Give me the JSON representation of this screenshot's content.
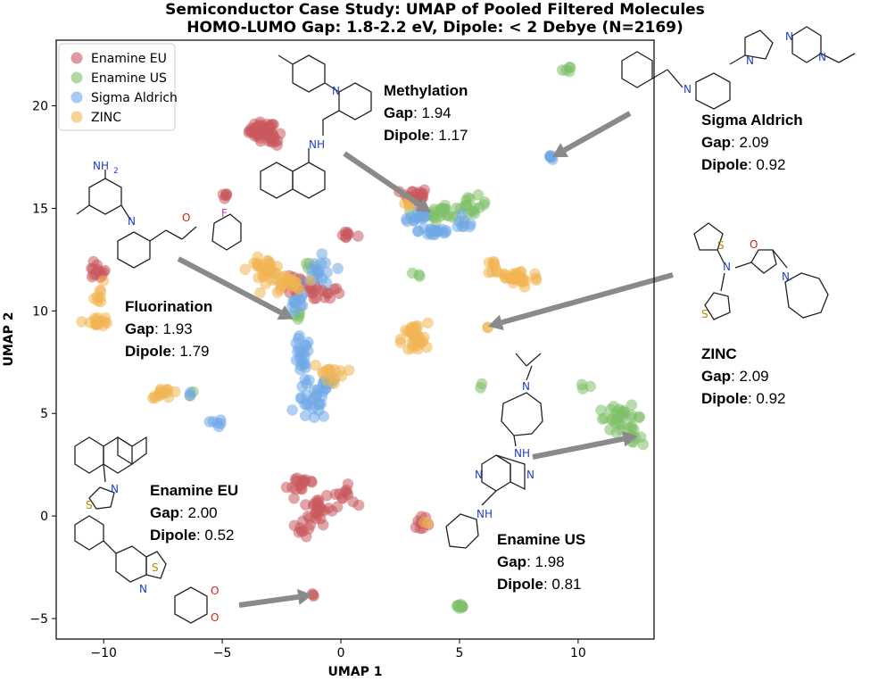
{
  "chart_data": {
    "type": "scatter",
    "title": "Semiconductor Case Study: UMAP of Pooled Filtered Molecules",
    "subtitle": "HOMO-LUMO Gap: 1.8-2.2 eV, Dipole: < 2 Debye (N=2169)",
    "xlabel": "UMAP 1",
    "ylabel": "UMAP 2",
    "xlim": [
      -12,
      13.2
    ],
    "ylim": [
      -6,
      23.2
    ],
    "xticks": [
      -10,
      -5,
      0,
      5,
      10
    ],
    "yticks": [
      -5,
      0,
      5,
      10,
      15,
      20
    ],
    "grid": false,
    "legend_position": "top-left",
    "series": [
      {
        "name": "Enamine EU",
        "color": "#c8595f",
        "clusters": [
          {
            "cx": -3.3,
            "cy": 18.8,
            "sx": 0.35,
            "sy": 0.25,
            "n": 45
          },
          {
            "cx": -2.8,
            "cy": 18.4,
            "sx": 0.2,
            "sy": 0.2,
            "n": 12
          },
          {
            "cx": -4.9,
            "cy": 15.6,
            "sx": 0.12,
            "sy": 0.1,
            "n": 5
          },
          {
            "cx": -10.3,
            "cy": 11.9,
            "sx": 0.25,
            "sy": 0.25,
            "n": 14
          },
          {
            "cx": 0.3,
            "cy": 13.7,
            "sx": 0.25,
            "sy": 0.12,
            "n": 8
          },
          {
            "cx": -1.7,
            "cy": 11.1,
            "sx": 0.5,
            "sy": 0.35,
            "n": 20
          },
          {
            "cx": -0.6,
            "cy": 10.9,
            "sx": 0.35,
            "sy": 0.25,
            "n": 12
          },
          {
            "cx": 3.1,
            "cy": 15.6,
            "sx": 0.35,
            "sy": 0.25,
            "n": 28
          },
          {
            "cx": -1.6,
            "cy": 1.6,
            "sx": 0.4,
            "sy": 0.3,
            "n": 16
          },
          {
            "cx": -1.0,
            "cy": 0.4,
            "sx": 0.35,
            "sy": 0.5,
            "n": 26
          },
          {
            "cx": 0.1,
            "cy": 1.0,
            "sx": 0.3,
            "sy": 0.3,
            "n": 12
          },
          {
            "cx": -1.6,
            "cy": -0.7,
            "sx": 0.25,
            "sy": 0.25,
            "n": 8
          },
          {
            "cx": 3.4,
            "cy": -0.3,
            "sx": 0.2,
            "sy": 0.4,
            "n": 9
          },
          {
            "cx": -1.2,
            "cy": -3.85,
            "sx": 0.08,
            "sy": 0.08,
            "n": 3
          }
        ]
      },
      {
        "name": "Enamine US",
        "color": "#7fbf68",
        "clusters": [
          {
            "cx": 9.5,
            "cy": 21.8,
            "sx": 0.1,
            "sy": 0.1,
            "n": 5
          },
          {
            "cx": 4.3,
            "cy": 14.8,
            "sx": 0.6,
            "sy": 0.25,
            "n": 24
          },
          {
            "cx": 5.5,
            "cy": 15.1,
            "sx": 0.4,
            "sy": 0.3,
            "n": 16
          },
          {
            "cx": 3.2,
            "cy": 11.7,
            "sx": 0.15,
            "sy": 0.12,
            "n": 3
          },
          {
            "cx": -1.8,
            "cy": 9.8,
            "sx": 0.2,
            "sy": 0.2,
            "n": 5
          },
          {
            "cx": -1.3,
            "cy": 12.2,
            "sx": 0.2,
            "sy": 0.3,
            "n": 4
          },
          {
            "cx": 11.8,
            "cy": 4.8,
            "sx": 0.6,
            "sy": 0.35,
            "n": 30
          },
          {
            "cx": 12.2,
            "cy": 3.9,
            "sx": 0.3,
            "sy": 0.2,
            "n": 10
          },
          {
            "cx": 10.3,
            "cy": 6.3,
            "sx": 0.15,
            "sy": 0.1,
            "n": 3
          },
          {
            "cx": 6.0,
            "cy": 6.4,
            "sx": 0.1,
            "sy": 0.1,
            "n": 2
          },
          {
            "cx": 5.0,
            "cy": -4.5,
            "sx": 0.25,
            "sy": 0.12,
            "n": 9
          },
          {
            "cx": -6.2,
            "cy": 6.0,
            "sx": 0.1,
            "sy": 0.1,
            "n": 2
          }
        ]
      },
      {
        "name": "Sigma Aldrich",
        "color": "#6fa8e6",
        "clusters": [
          {
            "cx": 3.2,
            "cy": 14.6,
            "sx": 0.35,
            "sy": 0.25,
            "n": 15
          },
          {
            "cx": 4.0,
            "cy": 13.9,
            "sx": 0.45,
            "sy": 0.2,
            "n": 18
          },
          {
            "cx": 5.2,
            "cy": 14.2,
            "sx": 0.3,
            "sy": 0.2,
            "n": 8
          },
          {
            "cx": 8.9,
            "cy": 17.5,
            "sx": 0.15,
            "sy": 0.1,
            "n": 6
          },
          {
            "cx": -1.7,
            "cy": 7.6,
            "sx": 0.25,
            "sy": 0.7,
            "n": 22
          },
          {
            "cx": -1.2,
            "cy": 5.6,
            "sx": 0.4,
            "sy": 0.6,
            "n": 26
          },
          {
            "cx": -0.6,
            "cy": 6.3,
            "sx": 0.25,
            "sy": 0.3,
            "n": 10
          },
          {
            "cx": -0.9,
            "cy": 11.8,
            "sx": 0.4,
            "sy": 0.5,
            "n": 18
          },
          {
            "cx": -1.7,
            "cy": 10.4,
            "sx": 0.3,
            "sy": 0.3,
            "n": 10
          },
          {
            "cx": -5.2,
            "cy": 4.5,
            "sx": 0.15,
            "sy": 0.12,
            "n": 6
          },
          {
            "cx": -6.3,
            "cy": 6.0,
            "sx": 0.1,
            "sy": 0.1,
            "n": 2
          }
        ]
      },
      {
        "name": "ZINC",
        "color": "#f0b552",
        "clusters": [
          {
            "cx": -10.3,
            "cy": 9.5,
            "sx": 0.35,
            "sy": 0.15,
            "n": 14
          },
          {
            "cx": -10.1,
            "cy": 10.8,
            "sx": 0.2,
            "sy": 0.35,
            "n": 8
          },
          {
            "cx": -7.4,
            "cy": 6.0,
            "sx": 0.4,
            "sy": 0.15,
            "n": 14
          },
          {
            "cx": -3.2,
            "cy": 12.0,
            "sx": 0.45,
            "sy": 0.35,
            "n": 30
          },
          {
            "cx": -2.3,
            "cy": 11.3,
            "sx": 0.4,
            "sy": 0.3,
            "n": 18
          },
          {
            "cx": -0.5,
            "cy": 7.0,
            "sx": 0.45,
            "sy": 0.3,
            "n": 14
          },
          {
            "cx": 3.1,
            "cy": 8.6,
            "sx": 0.35,
            "sy": 0.5,
            "n": 30
          },
          {
            "cx": 7.4,
            "cy": 11.6,
            "sx": 0.6,
            "sy": 0.3,
            "n": 30
          },
          {
            "cx": 6.5,
            "cy": 12.1,
            "sx": 0.2,
            "sy": 0.3,
            "n": 8
          },
          {
            "cx": 6.2,
            "cy": 9.25,
            "sx": 0.05,
            "sy": 0.05,
            "n": 2
          },
          {
            "cx": 3.5,
            "cy": -0.3,
            "sx": 0.1,
            "sy": 0.1,
            "n": 2
          },
          {
            "cx": 2.8,
            "cy": 15.2,
            "sx": 0.2,
            "sy": 0.15,
            "n": 4
          }
        ]
      }
    ],
    "annotations": [
      {
        "label": "Methylation",
        "gap": "1.94",
        "dipole": "1.17",
        "arrow_to": [
          3.8,
          14.8
        ]
      },
      {
        "label": "Sigma Aldrich",
        "gap": "2.09",
        "dipole": "0.92",
        "arrow_to": [
          8.9,
          17.5
        ]
      },
      {
        "label": "Fluorination",
        "gap": "1.93",
        "dipole": "1.79",
        "arrow_to": [
          -2.0,
          9.6
        ]
      },
      {
        "label": "ZINC",
        "gap": "2.09",
        "dipole": "0.92",
        "arrow_to": [
          6.2,
          9.25
        ]
      },
      {
        "label": "Enamine EU",
        "gap": "2.00",
        "dipole": "0.52",
        "arrow_to": [
          -1.2,
          -3.85
        ]
      },
      {
        "label": "Enamine US",
        "gap": "1.98",
        "dipole": "0.81",
        "arrow_to": [
          12.5,
          3.9
        ]
      }
    ],
    "annotation_keys": {
      "gap": "Gap",
      "dipole": "Dipole"
    }
  },
  "molecule_atoms": {
    "nh2": "NH",
    "two": "2",
    "n": "N",
    "o": "O",
    "s": "S",
    "f": "F",
    "nh": "NH"
  }
}
